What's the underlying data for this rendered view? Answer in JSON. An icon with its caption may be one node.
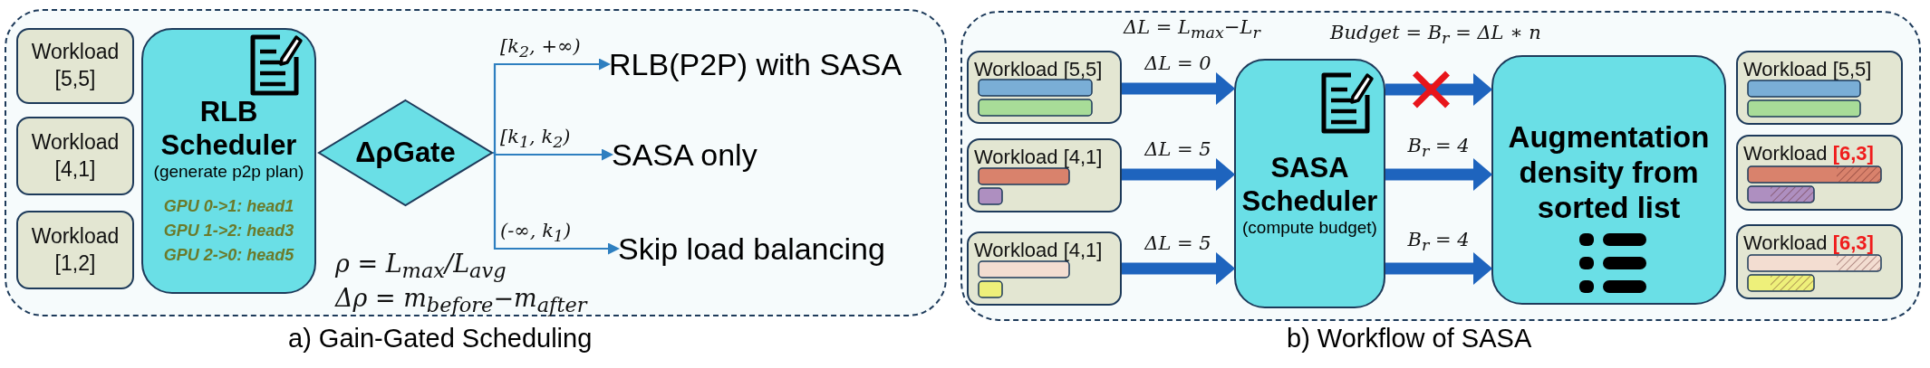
{
  "diagram": {
    "nodes": [
      {
        "text": [],
        "shape": "box",
        "beside": [
          "a) Gain-Gated Scheduling"
        ]
      },
      {
        "text": [
          "Workload [5,5]"
        ],
        "in": 0
      },
      {
        "text": [
          "Workload [4,1]"
        ],
        "in": 0
      },
      {
        "text": [
          "Workload [1,2]"
        ],
        "in": 0
      },
      {
        "text": [
          "RLB Scheduler",
          "(generate p2p plan)",
          "GPU 0->1: head1",
          "GPU 1->2: head3",
          "GPU 2->0: head5"
        ],
        "in": 0
      },
      {
        "text": [
          "ΔρGate"
        ],
        "in": 0
      },
      {
        "text": [
          "RLB(P2P) with SASA"
        ],
        "in": 0
      },
      {
        "text": [
          "SASA only"
        ],
        "in": 0
      },
      {
        "text": [
          "Skip load balancing"
        ],
        "in": 0
      },
      {
        "text": [],
        "shape": "box",
        "beside": [
          "b) Workflow of SASA"
        ]
      },
      {
        "text": [
          "Workload [5,5]"
        ],
        "in": 9
      },
      {
        "text": [
          "Workload [4,1]"
        ],
        "in": 9
      },
      {
        "text": [
          "Workload [4,1]"
        ],
        "in": 9
      },
      {
        "text": [
          "SASA Scheduler",
          "(compute budget)"
        ],
        "in": 9
      },
      {
        "text": [
          "Augmentation density from sorted list"
        ],
        "in": 9
      },
      {
        "text": [
          "Workload [5,5]"
        ],
        "in": 9
      },
      {
        "text": [
          "Workload **[6,3]**"
        ],
        "in": 9
      },
      {
        "text": [
          "Workload **[6,3]**"
        ],
        "in": 9
      }
    ],
    "edges": [
      {
        "from": 5,
        "to": 6,
        "arrow": "to",
        "label": "[k$_{2}$, +∞)",
        "color": "#2e7fc0"
      },
      {
        "from": 5,
        "to": 7,
        "arrow": "to",
        "label": "[k$_{1}$, k$_{2}$)",
        "color": "#2e7fc0"
      },
      {
        "from": 5,
        "to": 8,
        "arrow": "to",
        "label": "(-∞, k$_{1}$)",
        "color": "#2e7fc0"
      },
      {
        "from": 10,
        "to": 13,
        "arrow": "to",
        "label": "ΔL = 0"
      },
      {
        "from": 11,
        "to": 13,
        "arrow": "to",
        "label": "ΔL = 5"
      },
      {
        "from": 12,
        "to": 13,
        "arrow": "to",
        "label": "ΔL = 5"
      },
      {
        "from": 13,
        "to": 14,
        "arrow": "to"
      },
      {
        "from": 13,
        "to": 14,
        "arrow": "to",
        "label": "B$_{r}$ = 4"
      },
      {
        "from": 13,
        "to": 14,
        "arrow": "to",
        "label": "B$_{r}$ = 4"
      }
    ],
    "labels": [
      "ρ = L$_{max}$/L$_{avg}$",
      "Δρ = m$_{before}$−m$_{after}$",
      "ΔL = L$_{max}$−L$_{r}$",
      "Budget = B$_{r}$ = ΔL ∗ n"
    ]
  }
}
